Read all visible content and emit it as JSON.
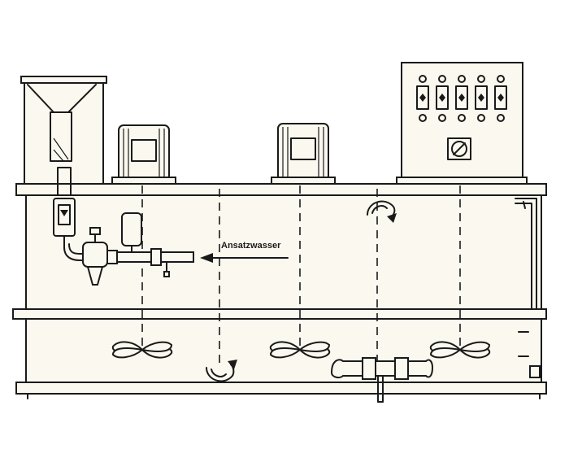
{
  "diagram": {
    "inlet_label": "Ansatzwasser",
    "control_panel": {
      "switch_count": 5
    },
    "agitator_motor_count": 2,
    "colors": {
      "line": "#1a1a1a",
      "fill": "#fbf8ef",
      "background": "#ffffff"
    }
  }
}
